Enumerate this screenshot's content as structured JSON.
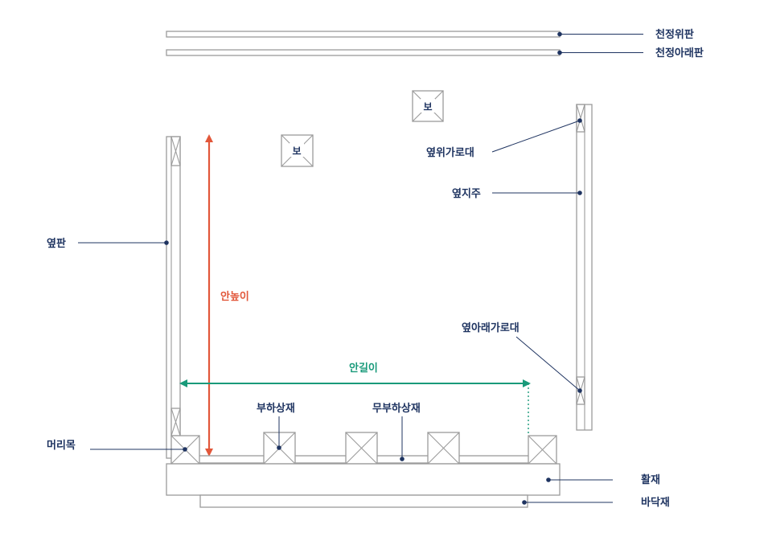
{
  "colors": {
    "label": "#1f3461",
    "height_arrow": "#e2573a",
    "width_arrow": "#199a7a",
    "outline": "#9b9b9b"
  },
  "labels": {
    "ceiling_top": "천정위판",
    "ceiling_bottom": "천정아래판",
    "beam_1": "보",
    "beam_2": "보",
    "side_upper_rail": "옆위가로대",
    "side_post": "옆지주",
    "side_panel": "옆판",
    "inner_height": "안높이",
    "side_lower_rail": "옆아래가로대",
    "inner_length": "안길이",
    "load_member": "부하상재",
    "no_load_member": "무부하상재",
    "head_block": "머리목",
    "runner": "활재",
    "floor_board": "바닥재"
  }
}
